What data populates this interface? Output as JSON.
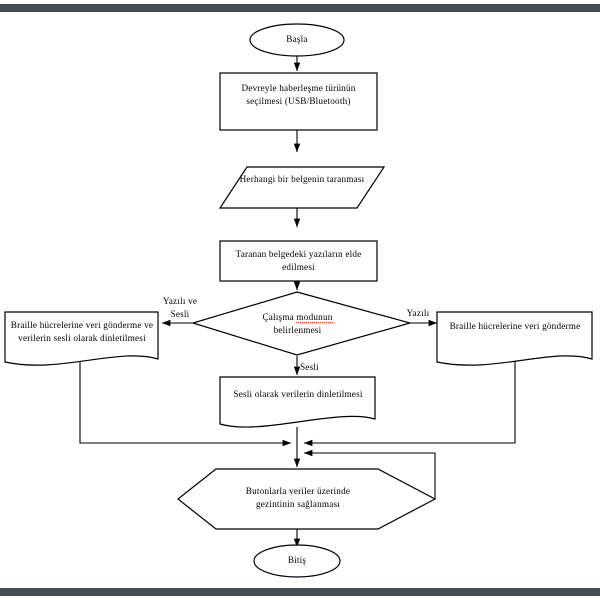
{
  "diagram": {
    "type": "flowchart",
    "language": "tr",
    "background_color": "#ffffff",
    "frame_color": "#434f54",
    "stroke_color": "#000000",
    "spellcheck_underline_color": "#e03020",
    "nodes": [
      {
        "id": "start",
        "shape": "oval",
        "label": "Başla"
      },
      {
        "id": "select_comm",
        "shape": "process",
        "label": "Devreyle haberleşme türünün seçilmesi (USB/Bluetooth)"
      },
      {
        "id": "scan_doc",
        "shape": "parallelogram",
        "label": "Herhangi bir belgenin taranması"
      },
      {
        "id": "get_text",
        "shape": "process",
        "label": "Taranan belgedeki yazıların elde edilmesi"
      },
      {
        "id": "mode_decision",
        "shape": "decision",
        "label_part1": "Çalışma ",
        "label_spell": "modunun",
        "label_part2": "belirlenmesi",
        "label": "Çalışma modunun belirlenmesi"
      },
      {
        "id": "braille_and_audio",
        "shape": "document",
        "label": "Braille hücrelerine veri gönderme ve verilerin sesli olarak dinletilmesi"
      },
      {
        "id": "braille_only",
        "shape": "document",
        "label": "Braille hücrelerine veri gönderme"
      },
      {
        "id": "audio_only",
        "shape": "document",
        "label": "Sesli olarak verilerin dinletilmesi"
      },
      {
        "id": "navigate",
        "shape": "hexagon",
        "label": "Butonlarla veriler üzerinde gezintinin sağlanması"
      },
      {
        "id": "end",
        "shape": "oval",
        "label": "Bitiş"
      }
    ],
    "edge_labels": [
      {
        "id": "label_written_and_audio",
        "text_line1": "Yazılı ve",
        "text_line2": "Sesli"
      },
      {
        "id": "label_written",
        "text": "Yazılı"
      },
      {
        "id": "label_audio",
        "text": "Sesli"
      }
    ]
  }
}
